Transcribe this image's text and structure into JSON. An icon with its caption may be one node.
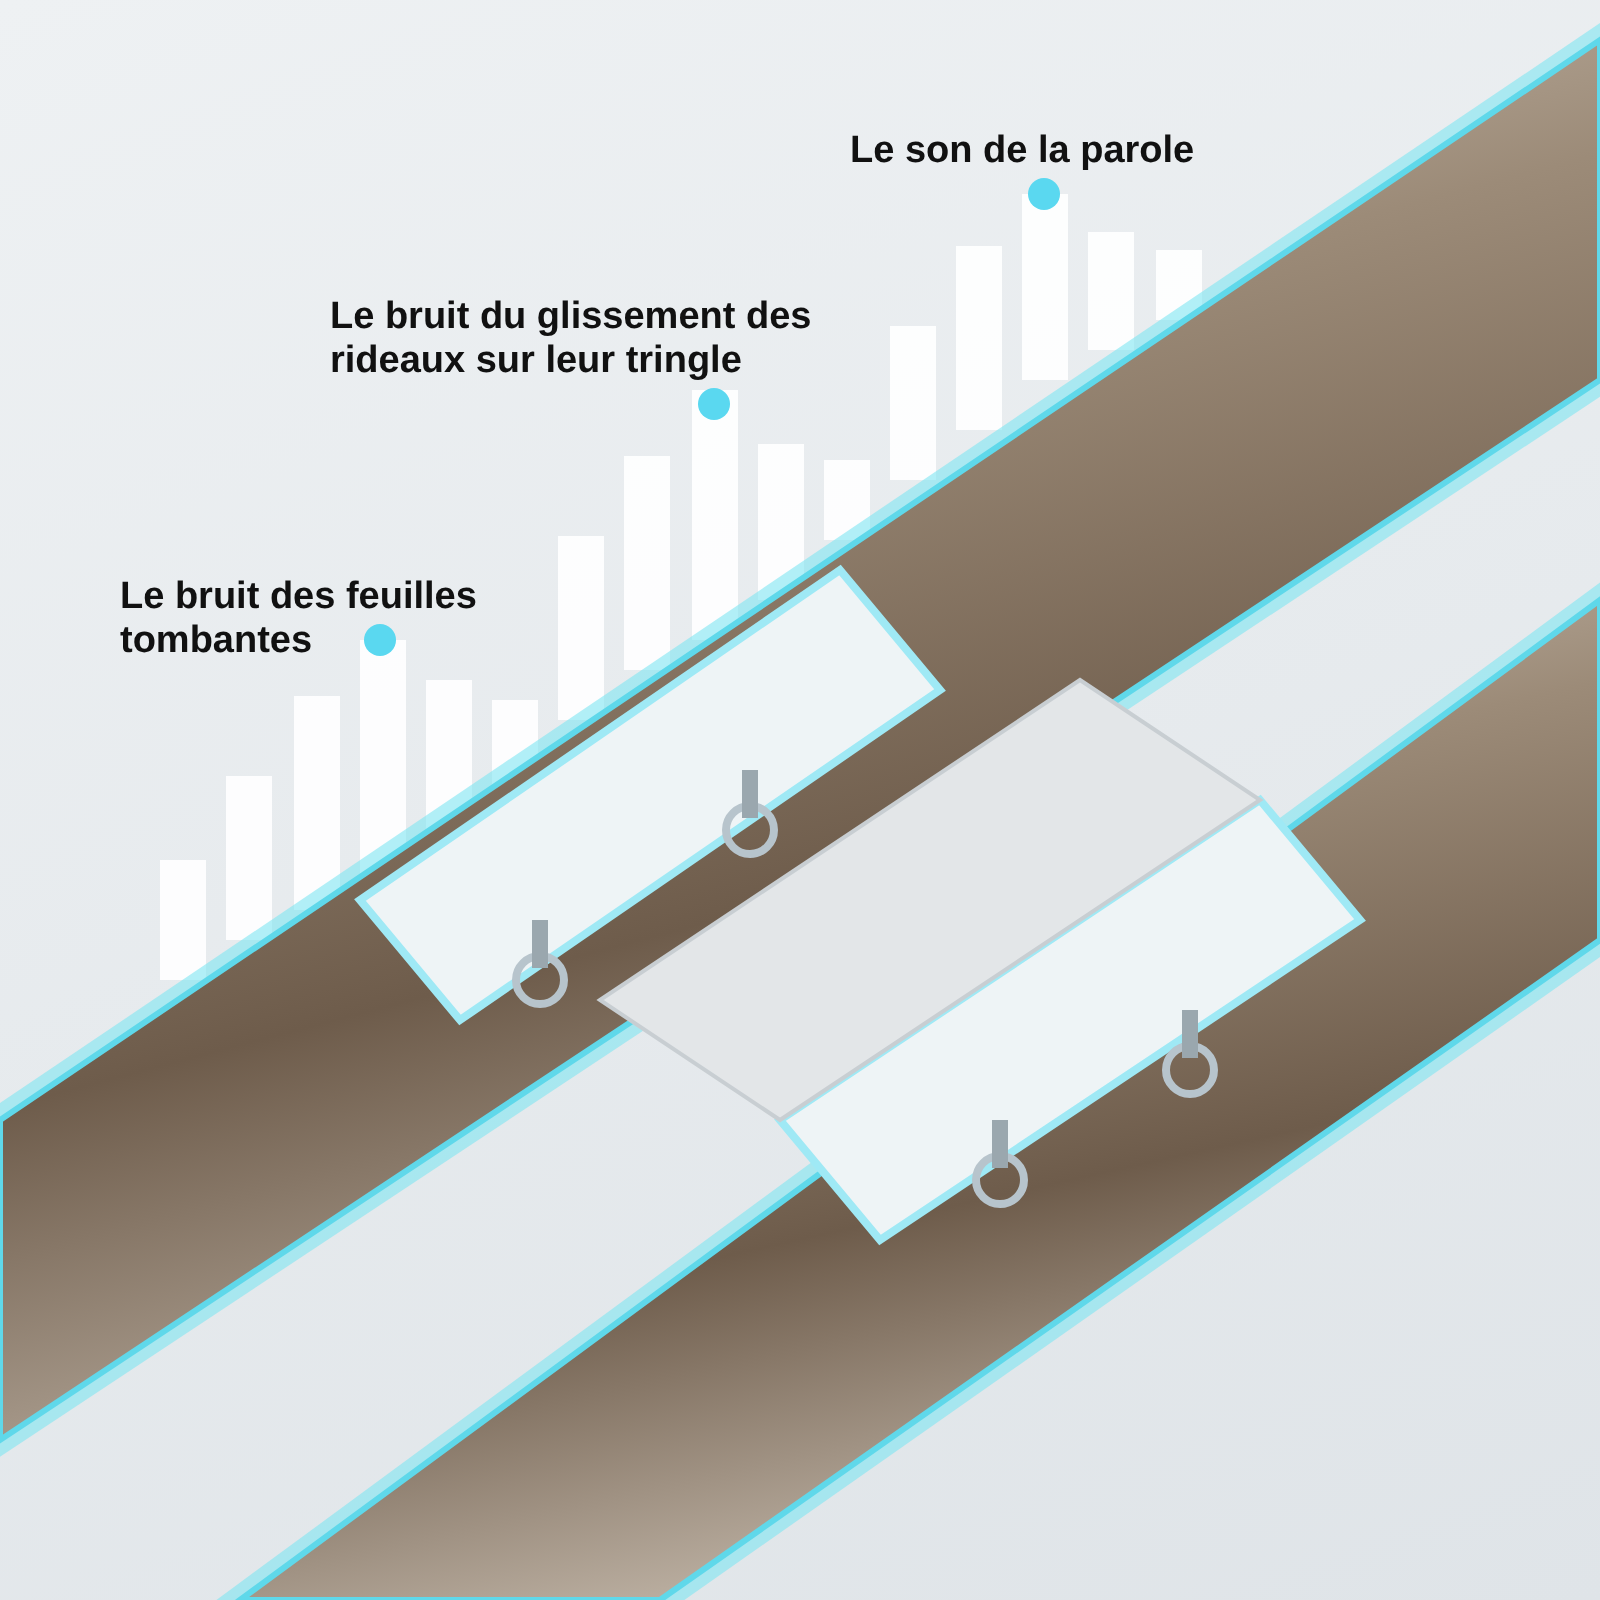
{
  "diagram": {
    "labels": [
      "Le son de la parole",
      "Le bruit du glissement des rideaux sur leur tringle",
      "Le bruit des feuilles tombantes"
    ]
  }
}
